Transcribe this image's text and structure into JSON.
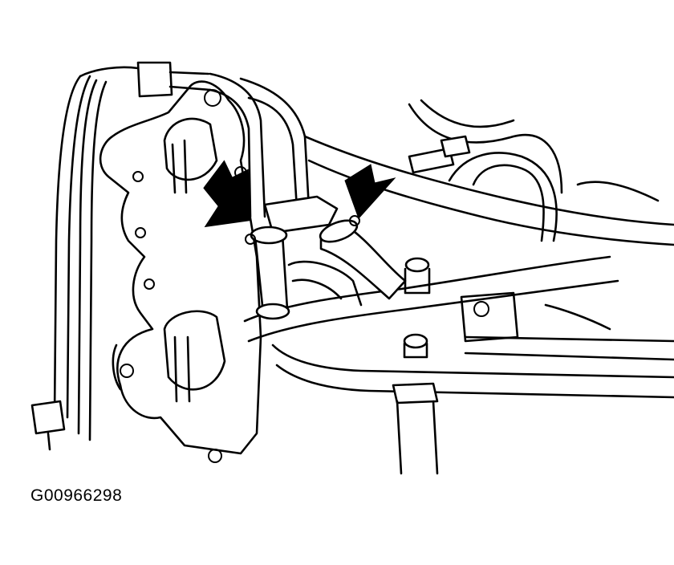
{
  "figure": {
    "id_label": "G00966298",
    "description": "Engine line drawing with two arrows indicating hose clamps on coolant hoses near intake manifold",
    "arrows": [
      {
        "name": "left-arrow",
        "points_to": "left hose clamp"
      },
      {
        "name": "right-arrow",
        "points_to": "right hose clamp"
      }
    ],
    "colors": {
      "line": "#000000",
      "background": "#ffffff"
    }
  }
}
